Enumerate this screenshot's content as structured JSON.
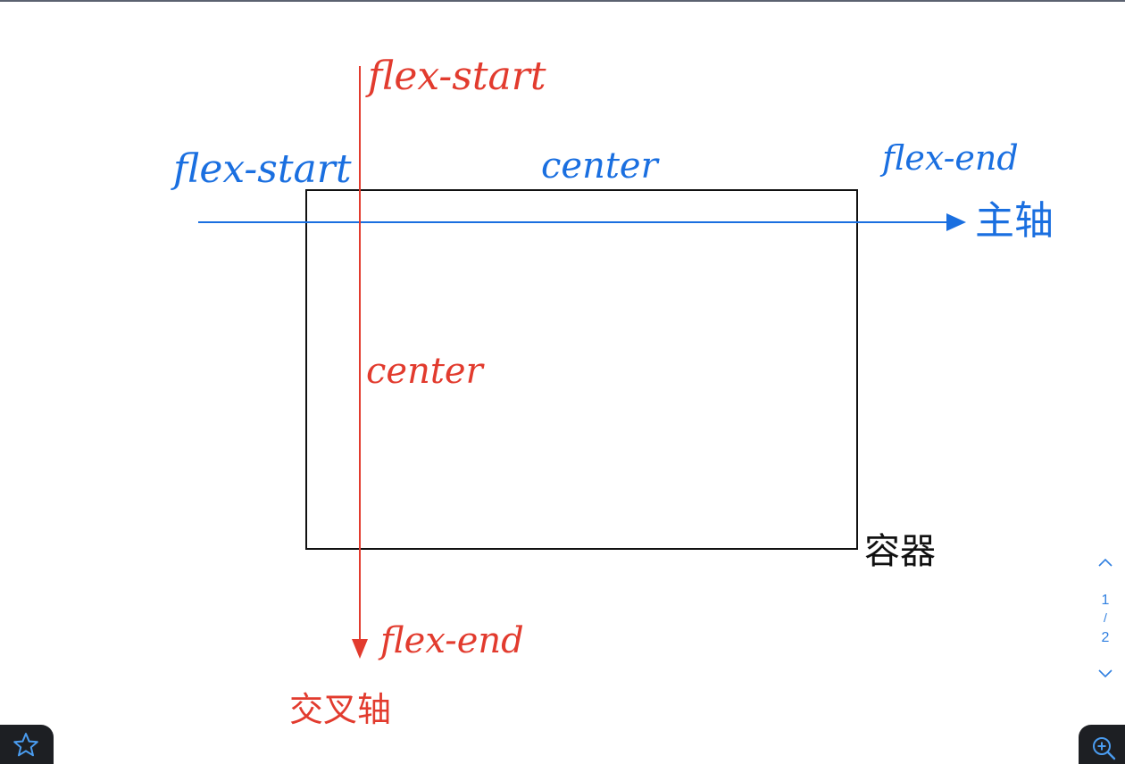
{
  "diagram": {
    "main_axis": {
      "start_label": "flex-start",
      "center_label": "center",
      "end_label": "flex-end",
      "axis_name": "主轴",
      "color": "#1a6fe0"
    },
    "cross_axis": {
      "start_label": "flex-start",
      "center_label": "center",
      "end_label": "flex-end",
      "axis_name": "交叉轴",
      "color": "#e23b2e"
    },
    "container_label": "容器"
  },
  "pager": {
    "current_page": "1",
    "separator": "/",
    "total_pages": "2",
    "prev_icon": "chevron-up-icon",
    "next_icon": "chevron-down-icon",
    "color": "#2f7fe0"
  },
  "toolbar": {
    "favorite_icon": "star-outline-icon",
    "zoom_icon": "zoom-in-icon"
  }
}
